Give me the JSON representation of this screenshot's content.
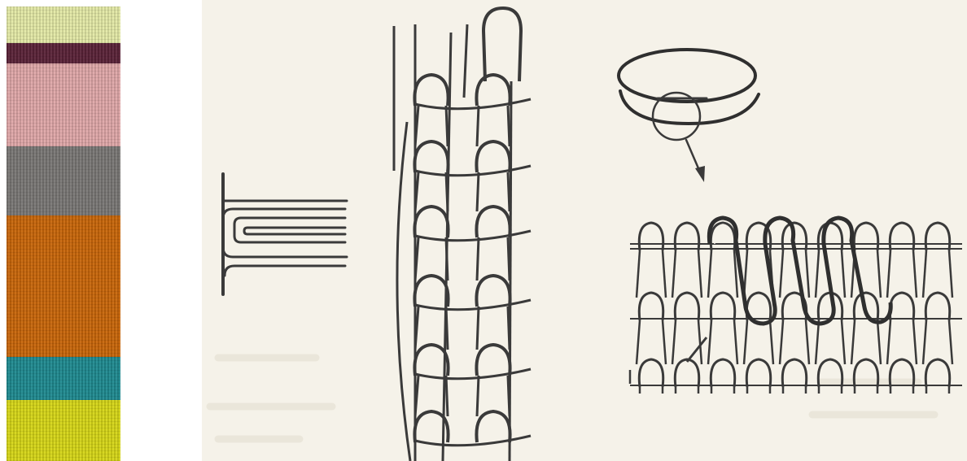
{
  "swatch": {
    "bands": [
      {
        "name": "pale-yellow",
        "color": "#e3e9a6",
        "fraction": 0.08
      },
      {
        "name": "aubergine",
        "color": "#5a2338",
        "fraction": 0.045
      },
      {
        "name": "pink",
        "color": "#dfa7a8",
        "fraction": 0.182
      },
      {
        "name": "grey",
        "color": "#797775",
        "fraction": 0.152
      },
      {
        "name": "burnt-orange",
        "color": "#c8660a",
        "fraction": 0.312
      },
      {
        "name": "teal",
        "color": "#1f8a90",
        "fraction": 0.095
      },
      {
        "name": "yellow",
        "color": "#d6d617",
        "fraction": 0.134
      }
    ]
  },
  "plate": {
    "background": "#f5f2e9",
    "ink": "#3a3a3a"
  }
}
